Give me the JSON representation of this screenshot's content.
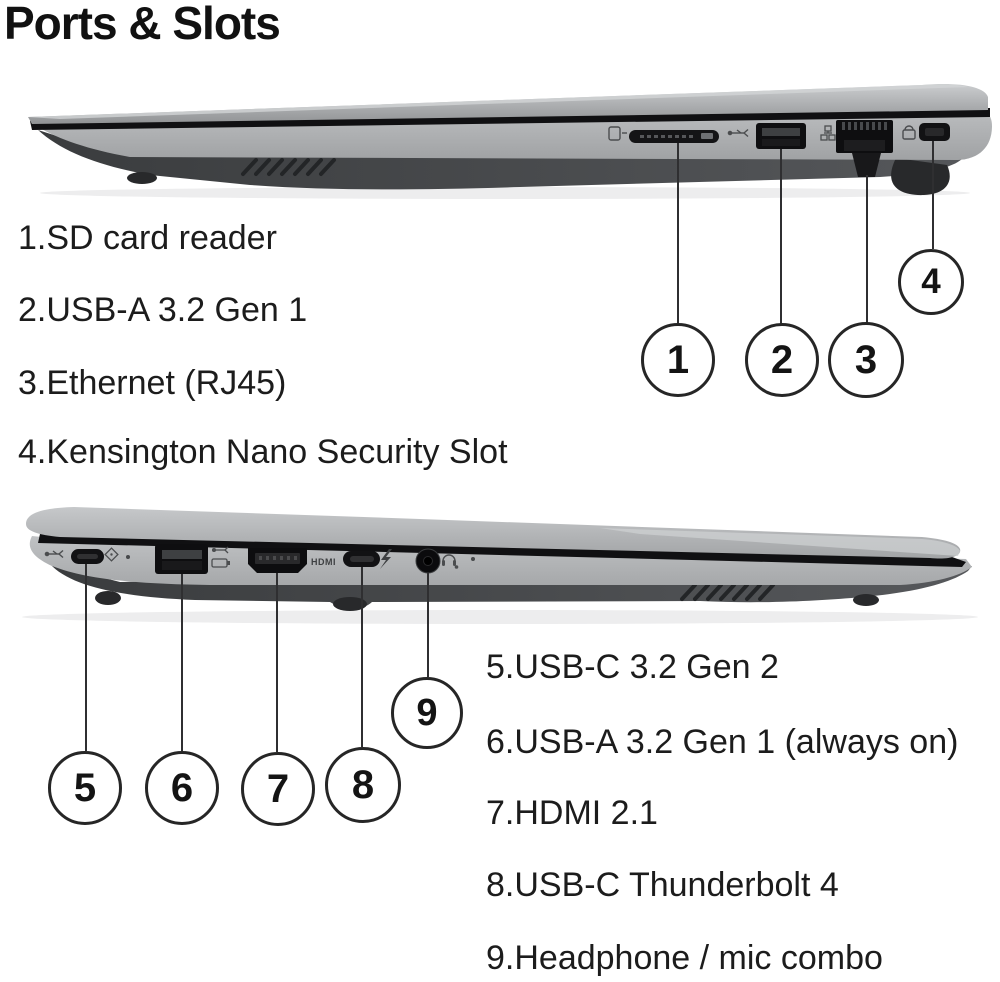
{
  "title": "Ports & Slots",
  "top_section": {
    "view": "right-side of laptop",
    "callouts": [
      {
        "number": "1"
      },
      {
        "number": "2"
      },
      {
        "number": "3"
      },
      {
        "number": "4"
      }
    ],
    "labels": [
      {
        "text": "1.SD card reader"
      },
      {
        "text": "2.USB-A 3.2 Gen 1"
      },
      {
        "text": "3.Ethernet (RJ45)"
      },
      {
        "text": "4.Kensington Nano Security Slot"
      }
    ]
  },
  "bottom_section": {
    "view": "left-side of laptop",
    "callouts": [
      {
        "number": "5"
      },
      {
        "number": "6"
      },
      {
        "number": "7"
      },
      {
        "number": "8"
      },
      {
        "number": "9"
      }
    ],
    "labels": [
      {
        "text": "5.USB-C 3.2 Gen 2"
      },
      {
        "text": "6.USB-A 3.2 Gen 1 (always on)"
      },
      {
        "text": "7.HDMI 2.1"
      },
      {
        "text": "8.USB-C Thunderbolt 4"
      },
      {
        "text": "9.Headphone / mic combo"
      }
    ]
  },
  "port_markings": {
    "hdmi_label": "HDMI"
  },
  "icons": {
    "sd-card-icon": "card outline with arrow",
    "usb-superspeed-icon": "SS trident",
    "ethernet-icon": "network nodes",
    "kensington-lock-icon": "padlock",
    "power-diamond-icon": "diamond",
    "led-dot-icon": "dot",
    "battery-icon": "battery (always-on)",
    "thunderbolt-icon": "lightning bolt",
    "headset-icon": "headphone with mic"
  },
  "colors": {
    "background": "#ffffff",
    "text": "#1c1c1c",
    "laptop_light_gray": "#b0b2b4",
    "laptop_dark_gray": "#3f4143",
    "port_black": "#121214",
    "callout_stroke": "#262626"
  }
}
